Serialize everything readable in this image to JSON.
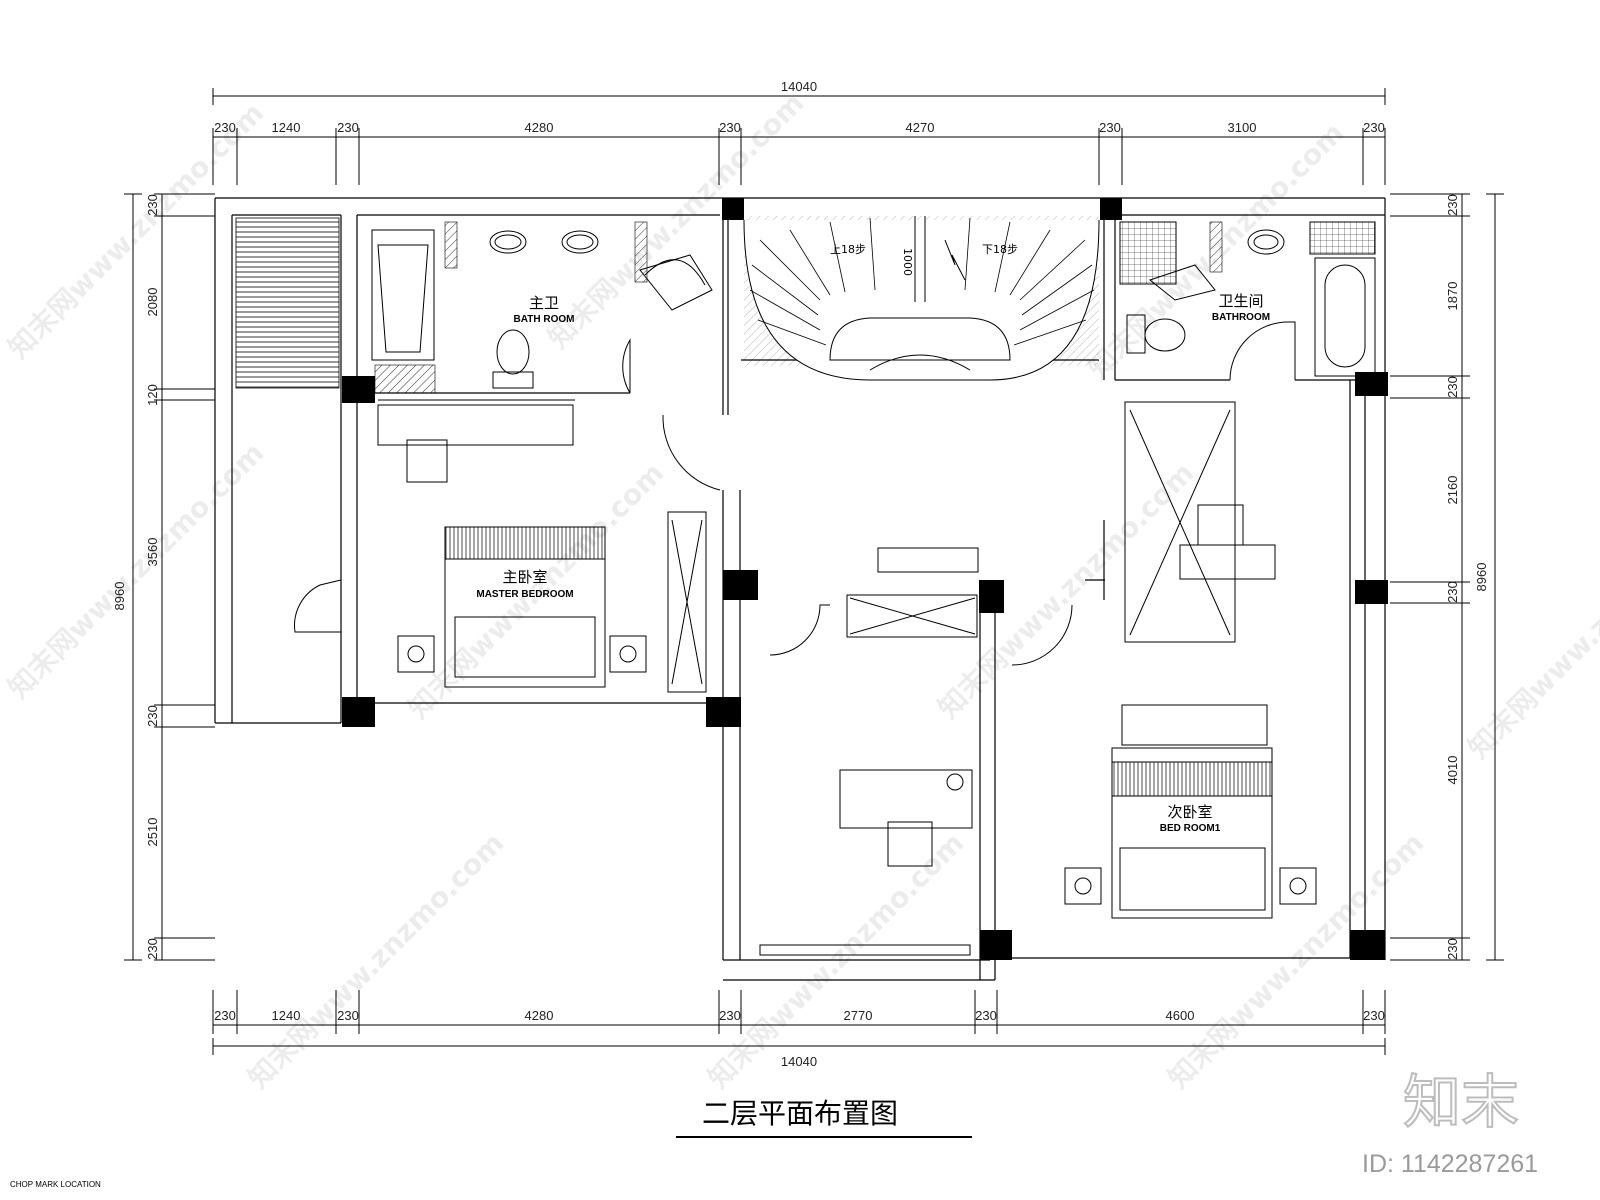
{
  "title": "二层平面布置图",
  "chop_mark": "CHOP MARK LOCATION",
  "watermark_text": "知末网www.znzmo.com",
  "logo": {
    "text": "知末",
    "id": "ID: 1142287261"
  },
  "dimensions": {
    "top_total": "14040",
    "top_segments": [
      "230",
      "1240",
      "230",
      "4280",
      "230",
      "4270",
      "230",
      "3100",
      "230"
    ],
    "bottom_total": "14040",
    "bottom_segments": [
      "230",
      "1240",
      "230",
      "4280",
      "230",
      "2770",
      "230",
      "4600",
      "230"
    ],
    "left_total": "8960",
    "left_segments": [
      "230",
      "2080",
      "120",
      "3560",
      "230",
      "2510",
      "230"
    ],
    "right_total": "8960",
    "right_segments": [
      "230",
      "1870",
      "230",
      "2160",
      "230",
      "4010",
      "230"
    ]
  },
  "rooms": {
    "master_bath": {
      "cn": "主卫",
      "en": "BATH ROOM"
    },
    "bathroom": {
      "cn": "卫生间",
      "en": "BATHROOM"
    },
    "master_bedroom": {
      "cn": "主卧室",
      "en": "MASTER BEDROOM"
    },
    "bedroom1": {
      "cn": "次卧室",
      "en": "BED ROOM1"
    }
  },
  "stairs": {
    "up": "上18步",
    "down": "下18步",
    "width": "1000"
  }
}
